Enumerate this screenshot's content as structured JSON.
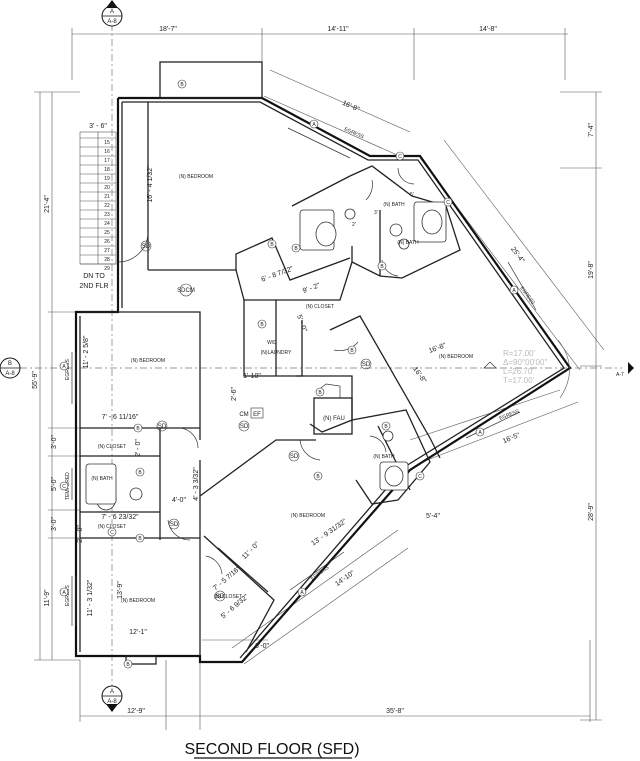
{
  "title": "SECOND FLOOR (SFD)",
  "dims": {
    "top": [
      "18'-7\"",
      "14'-11\"",
      "14'-8\""
    ],
    "bottom_left": "12'-9\"",
    "bottom_right": "35'-8\"",
    "left_outer": "55'-9\"",
    "left_upper": "21'-4\"",
    "left_lower": "11'-9\"",
    "left_3a": "3'-0\"",
    "left_5": "5'-0\"",
    "left_3b": "3'-0\"",
    "right_top": "7'-4\"",
    "right_mid": "19'-8\"",
    "right_low": "28'-9\"",
    "diag_top": "16'-8\"",
    "diag_right": "25'-4\"",
    "diag_low": "16'-5\"",
    "diag_bottom": "14'-10\"",
    "diag_bottom_short": "5'-4\"",
    "bottom_6": "6'-0\"",
    "stair": "3' - 6\"",
    "bedroom1_depth": "16' - 4 1/32\"",
    "closet1": "6' - 8 7/32\"",
    "closet1b": "9' - 2\"",
    "laundry": "5' - 0\"",
    "bedroom2": "11' - 2 5/8\"",
    "bedroom2_w": "7' - 6 11/16\"",
    "closet_v": "2' - 0\"",
    "bath_w": "4' - 3 3/32\"",
    "bath_4": "4'-0\"",
    "closet2": "7' - 6 23/32\"",
    "closet2_h": "2' - 0\"",
    "bedroom3_w": "13'-9\"",
    "bedroom3_h": "11' - 3 1/32\"",
    "bedroom3_x": "12'-1\"",
    "bedroom4_a": "11' - 0\"",
    "bedroom4_b": "13' - 9 31/32\"",
    "closet3a": "7' - 5 7/16\"",
    "closet3b": "5' - 6 9/32\"",
    "bedroom5_a": "16'-8\"",
    "bedroom5_b": "16'-8\"",
    "hall_w": "1'-10\"",
    "hall_h": "2'-6\"",
    "bath_a": "3'",
    "bath_b": "5'",
    "bath_c": "2'"
  },
  "rooms": {
    "bedroom1": "(N) BEDROOM",
    "bedroom2": "(N) BEDROOM",
    "bedroom3": "(N) BEDROOM",
    "bedroom4": "(N) BEDROOM",
    "bedroom5": "(N) BEDROOM",
    "bath1": "(N) BATH",
    "bath2": "(N) BATH",
    "bath3": "(N) BATH",
    "bath4": "(N) BATH",
    "closet1": "(N) CLOSET",
    "closet2": "(N) CLOSET",
    "closet3": "(N) CLOSET",
    "closet4": "(N) CLOSET",
    "laundry_wd": "W/D",
    "laundry": "(N)LAUNDRY",
    "fau": "(N) FAU",
    "stair_note1": "DN TO",
    "stair_note2": "2ND FLR"
  },
  "labels": {
    "egress": "EGRESS",
    "tempered": "TEMPERED",
    "sd": "SD",
    "sdcm": "SDCM",
    "cm": "CM",
    "ef": "EF",
    "tag_b": "B",
    "tag_c": "C",
    "tag_a": "A"
  },
  "section_markers": {
    "top": {
      "letter": "A",
      "sheet": "A-8"
    },
    "bottom": {
      "letter": "A",
      "sheet": "A-8"
    },
    "left": {
      "letter": "B",
      "sheet": "A-8"
    },
    "right_sheet": "A-7"
  },
  "curve_data": [
    "R=17.00'",
    "Δ=90°00'00\"",
    "L=26.70'",
    "T=17.00'"
  ],
  "stair_steps": [
    "15",
    "16",
    "17",
    "18",
    "19",
    "20",
    "21",
    "22",
    "23",
    "24",
    "25",
    "26",
    "27",
    "28",
    "29"
  ]
}
